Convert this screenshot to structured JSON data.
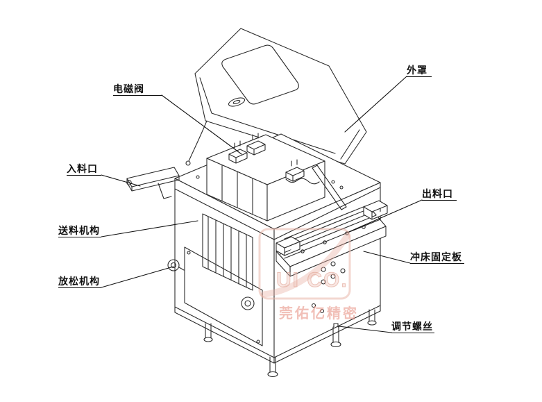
{
  "diagram": {
    "labels": {
      "solenoid_valve": "电磁阀",
      "outer_cover": "外罩",
      "inlet": "入料口",
      "outlet": "出料口",
      "feeding_mechanism": "送料机构",
      "punch_fixing_plate": "冲床固定板",
      "release_mechanism": "放松机构",
      "adjusting_screw": "调节螺丝"
    },
    "watermark": {
      "logo_text": "UI CO.",
      "company_text": "莞佑亿精密",
      "color": "#e8a092"
    }
  }
}
